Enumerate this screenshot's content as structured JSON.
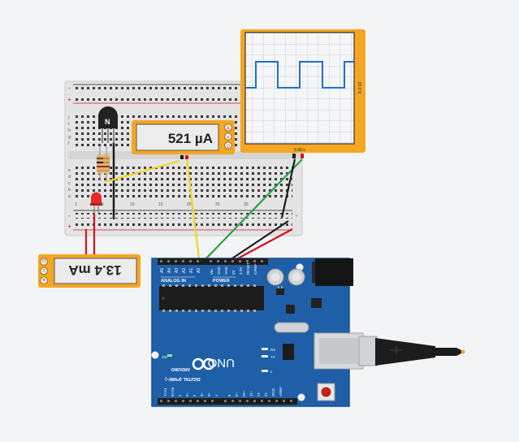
{
  "multimeter_top": {
    "reading": "521 µA",
    "modes": [
      "A",
      "V",
      "Ω"
    ]
  },
  "multimeter_left": {
    "reading": "13.4 mA",
    "modes": [
      "A",
      "V",
      "Ω"
    ]
  },
  "oscilloscope": {
    "time_label": "5.00 s",
    "voltage_label": "20.0 V"
  },
  "transistor": {
    "label": "N"
  },
  "arduino": {
    "logo": "UNO",
    "brand": "ARDUINO",
    "analog_in_label": "ANALOG IN",
    "power_label": "POWER",
    "digital_label": "DIGITAL (PWM~)",
    "on_label": "ON",
    "tx_label": "TX",
    "rx_label": "RX",
    "l_label": "L",
    "analog_pins": [
      "A5",
      "A4",
      "A3",
      "A2",
      "A1",
      "A0"
    ],
    "power_pins": [
      "Vin",
      "GND",
      "GND",
      "5V",
      "3.3V",
      "RESET",
      "IOREF"
    ],
    "digital_pins_a": [
      "TX>1",
      "RX<0",
      "2",
      "~3",
      "4",
      "~5",
      "~6",
      "7"
    ],
    "digital_pins_b": [
      "8",
      "~9",
      "~10",
      "~11",
      "12",
      "13",
      "GND",
      "AREF"
    ]
  },
  "breadboard": {
    "rail_signs": [
      "+",
      "-"
    ],
    "row_letters": [
      "a",
      "b",
      "c",
      "d",
      "e",
      "f",
      "g",
      "h",
      "i",
      "j"
    ],
    "column_numbers": [
      "1",
      "5",
      "10",
      "15",
      "20",
      "25",
      "30"
    ]
  },
  "colors": {
    "meter_frame": "#f5a623",
    "board_blue": "#1e5fa8",
    "wire_yellow": "#f2d61b",
    "wire_green": "#2ea043",
    "wire_red": "#d0151c",
    "wire_black": "#1c1c1c",
    "scope_trace": "#1f6fd1"
  }
}
